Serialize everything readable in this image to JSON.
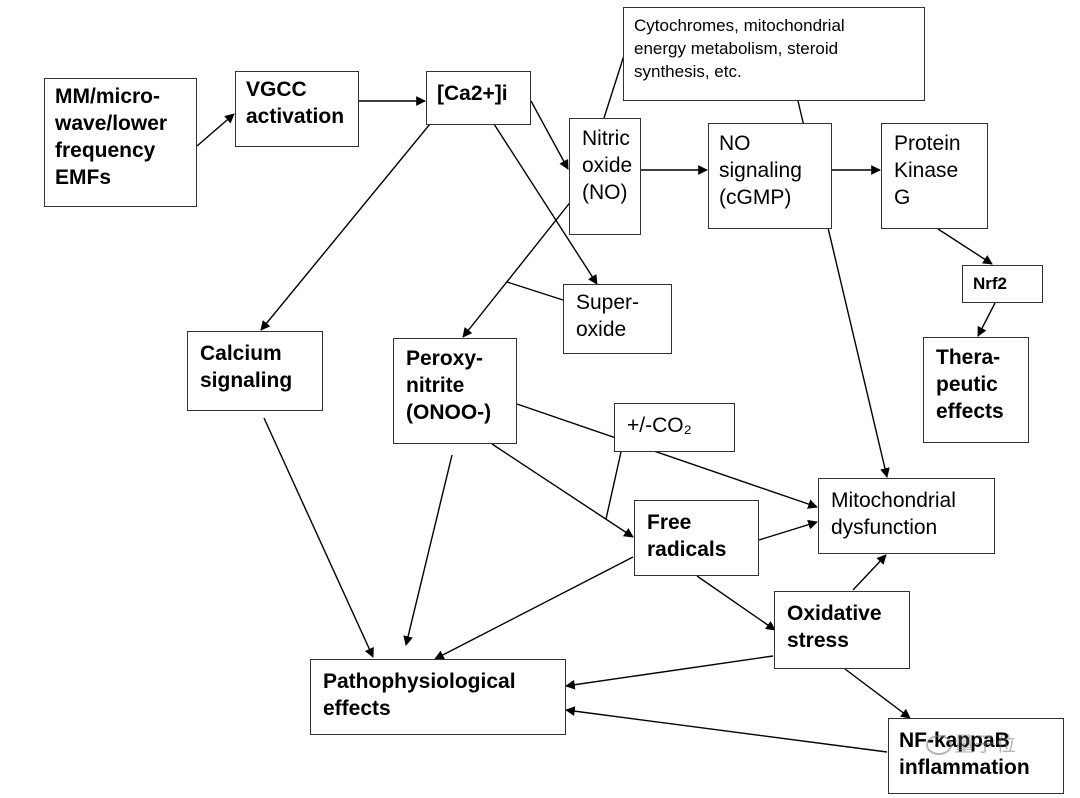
{
  "nodes": {
    "emf": "MM/micro-\nwave/lower\nfrequency\nEMFs",
    "vgcc": "VGCC\nactivation",
    "ca": "[Ca2+]i",
    "cyto": "Cytochromes, mitochondrial\nenergy metabolism, steroid\nsynthesis, etc.",
    "no": "Nitric\noxide\n(NO)",
    "nosig": "NO\nsignaling\n(cGMP)",
    "pkg": "Protein\nKinase\nG",
    "nrf2": "Nrf2",
    "thera": "Thera-\npeutic\neffects",
    "super": "Super-\noxide",
    "casig": "Calcium\nsignaling",
    "onoo": "Peroxy-\nnitrite\n(ONOO-)",
    "co2": "+/-CO₂",
    "mito": "Mitochondrial\ndysfunction",
    "free": "Free\nradicals",
    "oxs": "Oxidative\nstress",
    "patho": "Pathophysiological\neffects",
    "nfkb": "NF-kappaB\ninflammation"
  },
  "watermark": "量子位"
}
